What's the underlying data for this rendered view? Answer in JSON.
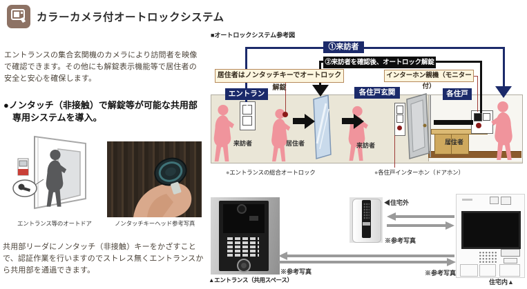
{
  "header": {
    "title": "カラーカメラ付オートロックシステム",
    "icon": "intercom-icon"
  },
  "intro": {
    "paragraph": "エントランスの集合玄関機のカメラにより訪問者を映像で確認できます。その他にも解錠表示機能等で居住者の安全と安心を確保します。"
  },
  "feature": {
    "heading": "●ノンタッチ（非接触）で解錠等が可能な共用部\n　専用システムを導入。"
  },
  "photos_left": {
    "auto_door_caption": "エントランス等のオートドア",
    "key_caption": "ノンタッチキーヘッド参考写真"
  },
  "closing": {
    "paragraph": "共用部リーダにノンタッチ（非接触）キーをかざすことで、認証作業を行いますのでストレス無くエントランスから共用部を通過できます。"
  },
  "diagram": {
    "heading": "■オートロックシステム参考図",
    "step1": "①来訪者",
    "step2": "②来訪者を確認後、オートロック解錠",
    "note_resident_key": "居住者はノンタッチキーでオートロック解錠",
    "note_monitor": "インターホン親機（モニター付）",
    "zone_entrance": "エントランス",
    "zone_unit_door": "各住戸玄関",
    "zone_unit": "各住戸",
    "visitor1": "来訪者",
    "resident1": "居住者",
    "visitor2": "来訪者",
    "resident2": "居住者",
    "label_entrance_lock": {
      "bullet": "●",
      "text": "エントランスの総合オートロック"
    },
    "label_unit_interphone": {
      "bullet": "●",
      "text": "各住戸インターホン（ドアホン）"
    },
    "colors": {
      "navy": "#1b2a6a",
      "black": "#101010",
      "cream": "#fdf6df",
      "band": "#eae6d7",
      "pink": "#f0949c",
      "red_line": "#9e3a35"
    }
  },
  "photos_bottom": {
    "entrance_caption": "▲エントランス（共用スペース）",
    "outside_label": "◀住宅外",
    "inside_label": "住宅内▲",
    "ref1": "※参考写真",
    "ref2": "※参考写真",
    "ref3": "※参考写真"
  }
}
